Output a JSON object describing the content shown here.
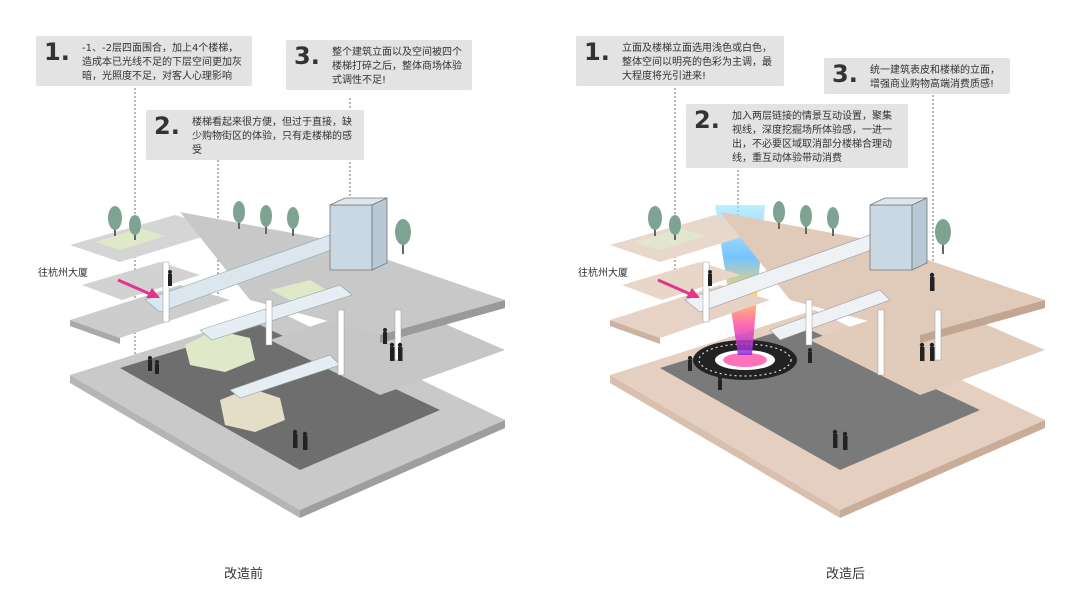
{
  "before": {
    "caption": "改造前",
    "side_label": "往杭州大厦",
    "notes": [
      {
        "num": "1.",
        "text": "-1、-2层四面围合，加上4个楼梯，造成本已光线不足的下层空间更加灰暗，光照度不足，对客人心理影响"
      },
      {
        "num": "2.",
        "text": "楼梯看起来很方便，但过于直接，缺少购物街区的体验，只有走楼梯的感受"
      },
      {
        "num": "3.",
        "text": "整个建筑立面以及空间被四个楼梯打碎之后，整体商场体验式调性不足!"
      }
    ],
    "colors": {
      "floor": "#c9c9c9",
      "top_floor": "#c8c8c8",
      "pit": "#6e6e6e",
      "green_patch": "#dfe8c8"
    }
  },
  "after": {
    "caption": "改造后",
    "side_label": "往杭州大厦",
    "notes": [
      {
        "num": "1.",
        "text": "立面及楼梯立面选用浅色或白色，整体空间以明亮的色彩为主调，最大程度将光引进来!"
      },
      {
        "num": "2.",
        "text": "加入两层链接的情景互动设置，聚集视线，深度挖掘场所体验感，一进一出，不必要区域取消部分楼梯合理动线，重互动体验带动消费"
      },
      {
        "num": "3.",
        "text": "统一建筑表皮和楼梯的立面，增强商业购物高端消费质感!"
      }
    ],
    "colors": {
      "floor": "#e4cfc0",
      "top_floor": "#e0cbbb",
      "pit": "#7a7a7a",
      "green_patch": "#e3e6cf"
    }
  },
  "shared_colors": {
    "arrow": "#e2368a",
    "tree": "#7fa393",
    "glass": "#c9d8e2",
    "column": "#ffffff"
  }
}
